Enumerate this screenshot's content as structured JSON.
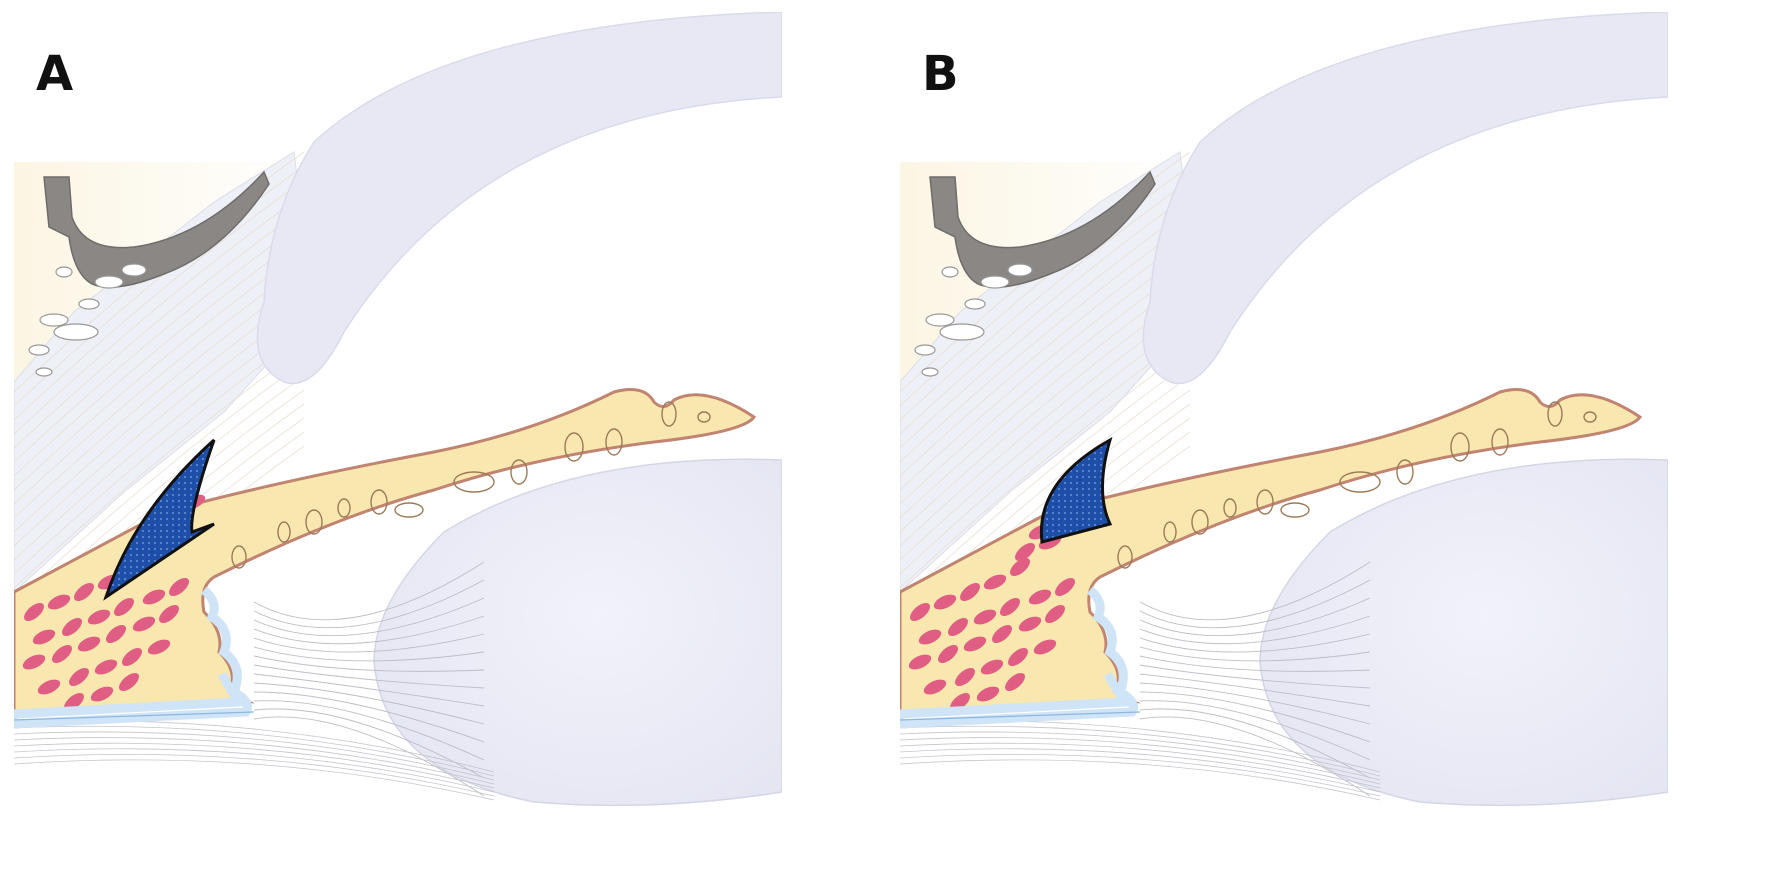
{
  "panels": [
    {
      "label": "A",
      "implant_variant": "wedge-extended"
    },
    {
      "label": "B",
      "implant_variant": "wedge-short"
    }
  ],
  "colors": {
    "cornea": "#e7e8f4",
    "lens": "#e4e5f2",
    "sclera_fibers": "#eef0f7",
    "ciliary_body": "#f8e7ae",
    "ciliary_outline": "#c08470",
    "muscle": "#e05d84",
    "implant": "#1e4fa8",
    "pigment_epithelium": "#cfe4f6",
    "canal": "#8a8785",
    "background_tint": "#fbf5e3"
  }
}
